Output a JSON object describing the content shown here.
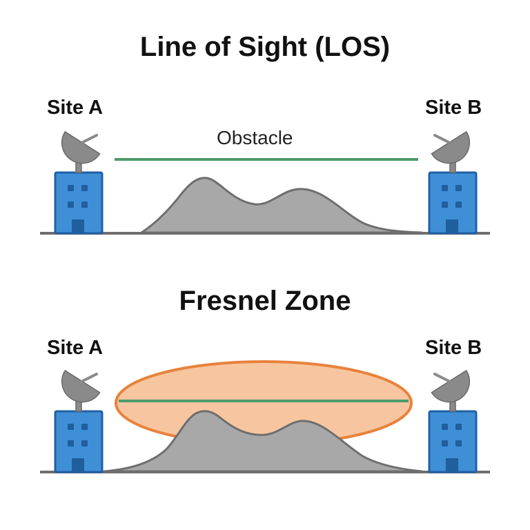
{
  "diagrams": {
    "los": {
      "title": "Line of Sight (LOS)",
      "site_a_label": "Site A",
      "site_b_label": "Site B",
      "obstacle_label": "Obstacle"
    },
    "fresnel": {
      "title": "Fresnel Zone",
      "site_a_label": "Site A",
      "site_b_label": "Site B"
    }
  },
  "colors": {
    "building_fill": "#3f8fd6",
    "building_stroke": "#1f5fa6",
    "window": "#1f5f9e",
    "dish": "#8a8a8a",
    "dish_stroke": "#6a6a6a",
    "terrain_fill": "#a8a8a8",
    "terrain_stroke": "#6e6e6e",
    "ground": "#6e6e6e",
    "los_line": "#4f9a6c",
    "fresnel_fill": "#f7c6a0",
    "fresnel_stroke": "#e8823c"
  }
}
